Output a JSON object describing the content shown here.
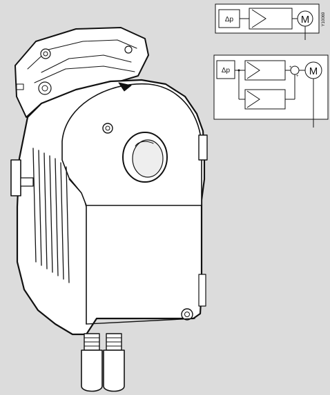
{
  "colors": {
    "background": "#dcdcdc",
    "line": "#111111",
    "panel": "#ffffff"
  },
  "diagram_top": {
    "input_label": "Δp",
    "motor_label": "M"
  },
  "diagram_bottom": {
    "input_label": "Δp",
    "motor_label": "M",
    "summing_plus_1": "+",
    "summing_plus_2": "+"
  },
  "figure_code": "Y10069"
}
